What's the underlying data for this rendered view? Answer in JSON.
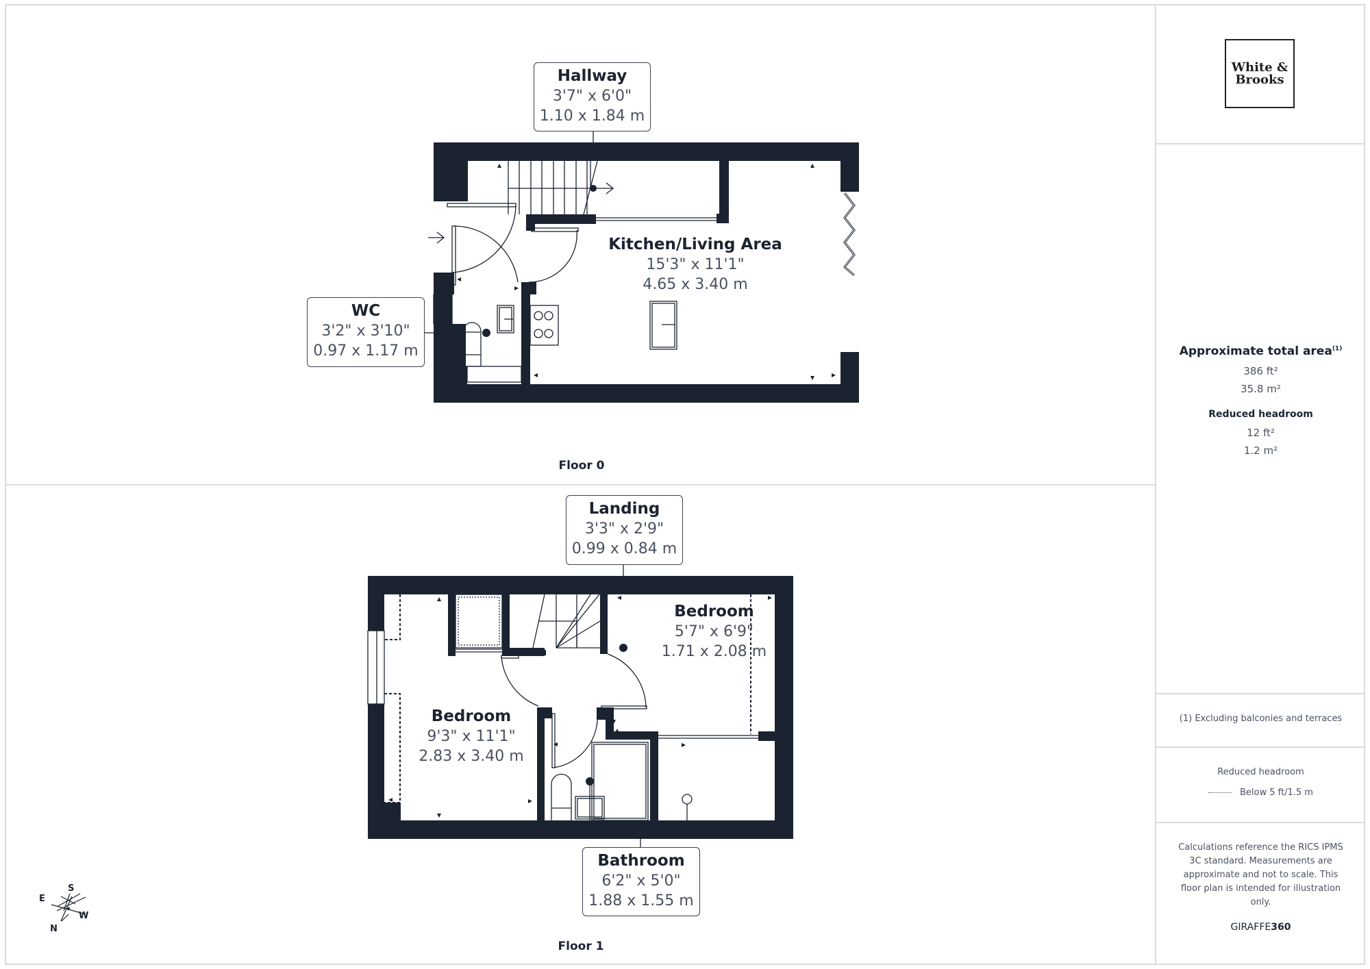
{
  "brand": {
    "logo_line1": "White &",
    "logo_line2": "Brooks"
  },
  "floors": [
    {
      "label": "Floor 0",
      "rooms": [
        {
          "name": "Hallway",
          "imperial": "3'7\" x 6'0\"",
          "metric": "1.10 x 1.84 m",
          "style": "callout"
        },
        {
          "name": "Kitchen/Living Area",
          "imperial": "15'3\" x 11'1\"",
          "metric": "4.65 x 3.40 m",
          "style": "inline"
        },
        {
          "name": "WC",
          "imperial": "3'2\" x 3'10\"",
          "metric": "0.97 x 1.17 m",
          "style": "callout"
        }
      ]
    },
    {
      "label": "Floor 1",
      "rooms": [
        {
          "name": "Landing",
          "imperial": "3'3\" x 2'9\"",
          "metric": "0.99 x 0.84 m",
          "style": "callout"
        },
        {
          "name": "Bedroom",
          "imperial": "5'7\" x 6'9\"",
          "metric": "1.71 x 2.08 m",
          "style": "inline"
        },
        {
          "name": "Bedroom",
          "imperial": "9'3\" x 11'1\"",
          "metric": "2.83 x 3.40 m",
          "style": "inline"
        },
        {
          "name": "Bathroom",
          "imperial": "6'2\" x 5'0\"",
          "metric": "1.88 x 1.55 m",
          "style": "callout"
        }
      ]
    }
  ],
  "summary": {
    "total_area_title": "Approximate total area",
    "total_area_footnote_marker": "(1)",
    "total_area_ft": "386 ft²",
    "total_area_m": "35.8 m²",
    "reduced_headroom_title": "Reduced headroom",
    "reduced_headroom_ft": "12 ft²",
    "reduced_headroom_m": "1.2 m²"
  },
  "footnote": "(1) Excluding balconies and terraces",
  "legend": {
    "title": "Reduced headroom",
    "item_label": "Below 5 ft/1.5 m",
    "line_style": "dotted"
  },
  "disclaimer": "Calculations reference the RICS IPMS 3C standard. Measurements are approximate and not to scale. This floor plan is intended for illustration only.",
  "provider": {
    "light": "GIRAFFE",
    "bold": "360"
  },
  "compass": {
    "n": "N",
    "s": "S",
    "e": "E",
    "w": "W"
  },
  "colors": {
    "wall": "#1b2330",
    "text_primary": "#1b2330",
    "text_secondary": "#4a5260",
    "divider": "#dcdcdc"
  }
}
